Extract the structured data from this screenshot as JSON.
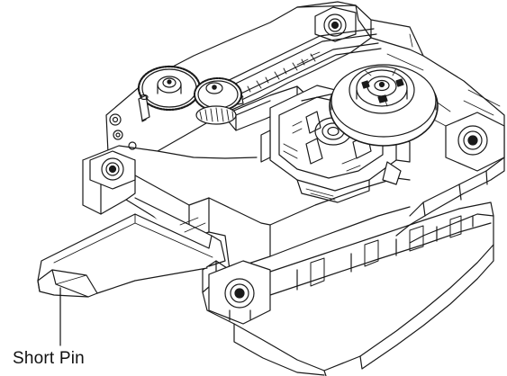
{
  "figure": {
    "callouts": [
      {
        "label": "Short Pin"
      }
    ],
    "parts": [
      "traverse-chassis",
      "flat-flex-cable",
      "gear-train",
      "optical-pickup",
      "spindle-turntable",
      "mounting-holes",
      "guide-rails"
    ]
  }
}
